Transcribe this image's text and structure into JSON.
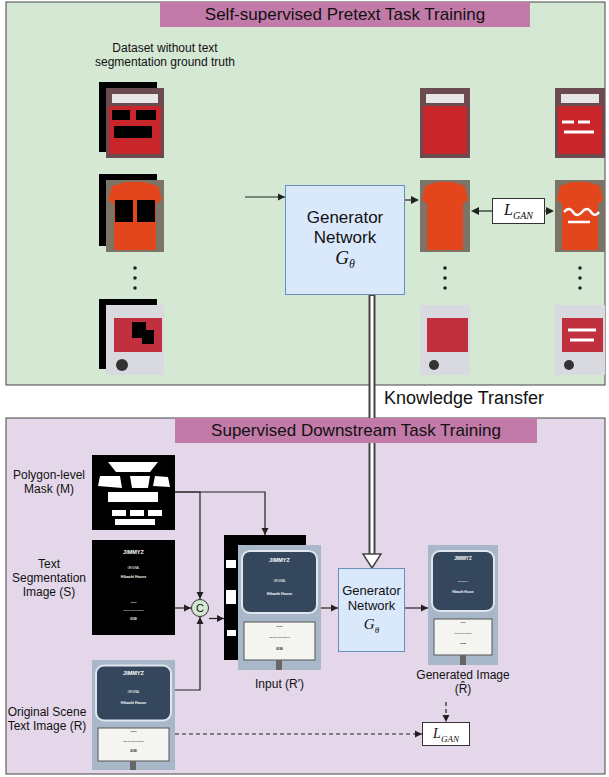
{
  "diagram": {
    "nodes": [
      {
        "text": [
          "Self-supervised Pretext Task Training"
        ]
      },
      {
        "text": [
          "Dataset without text segmentation ground truth"
        ],
        "in": 0
      },
      {
        "text": [
          "Generator Network",
          "G",
          "θ"
        ],
        "in": 0
      },
      {
        "text": [
          "L",
          "GAN"
        ],
        "in": 0
      },
      {
        "text": [
          "Supervised Downstream Task Training"
        ]
      },
      {
        "text": [
          "Polygon-level Mask (M)"
        ],
        "in": 4
      },
      {
        "text": [
          "Text Segmentation Image (S)"
        ],
        "in": 4
      },
      {
        "text": [
          "Original Scene Text Image (R)"
        ],
        "in": 4
      },
      {
        "text": [
          "C"
        ],
        "in": 4
      },
      {
        "text": [
          "Input (R′)"
        ],
        "in": 4
      },
      {
        "text": [
          "Generator Network",
          "G",
          "θ"
        ],
        "in": 4
      },
      {
        "text": [
          "Generated Image (R̂)"
        ],
        "in": 4
      },
      {
        "text": [
          "L",
          "GAN"
        ],
        "in": 4
      }
    ],
    "edges": [
      {
        "from": 1,
        "to": 2,
        "arrow": "to"
      },
      {
        "from": 2,
        "to": 10,
        "label": "Knowledge Transfer",
        "arrow": "to"
      },
      {
        "from": 5,
        "to": 8,
        "arrow": "to"
      },
      {
        "from": 5,
        "to": 9,
        "arrow": "to"
      },
      {
        "from": 6,
        "to": 8,
        "arrow": "to"
      },
      {
        "from": 7,
        "to": 8,
        "arrow": "to"
      },
      {
        "from": 8,
        "to": 9,
        "arrow": "to"
      },
      {
        "from": 9,
        "to": 10,
        "arrow": "to"
      },
      {
        "from": 10,
        "to": 11,
        "arrow": "to"
      },
      {
        "from": 11,
        "to": 12,
        "arrow": "to"
      },
      {
        "from": 7,
        "to": 12,
        "arrow": "to"
      }
    ],
    "labels": [
      "JIMMYZ",
      "ORIGINAL",
      "Hibachi House",
      "OPEN",
      "DRIVE THRU DINE IN",
      "6108",
      "JIMMYZ",
      "ORIGINAL",
      "Hibachi House",
      "OPEN",
      "DRIVE THRU DINE IN",
      "6108",
      "JIMMYZ",
      "ORIGINAL",
      "Hibachi House",
      "OPEN",
      "DRIVE THRU DINE IN",
      "6108",
      "JIMMYZ",
      "ORIGINAL",
      "Hibachi House",
      "OPEN",
      "DRIVE THRU DINE IN",
      "6108"
    ]
  }
}
